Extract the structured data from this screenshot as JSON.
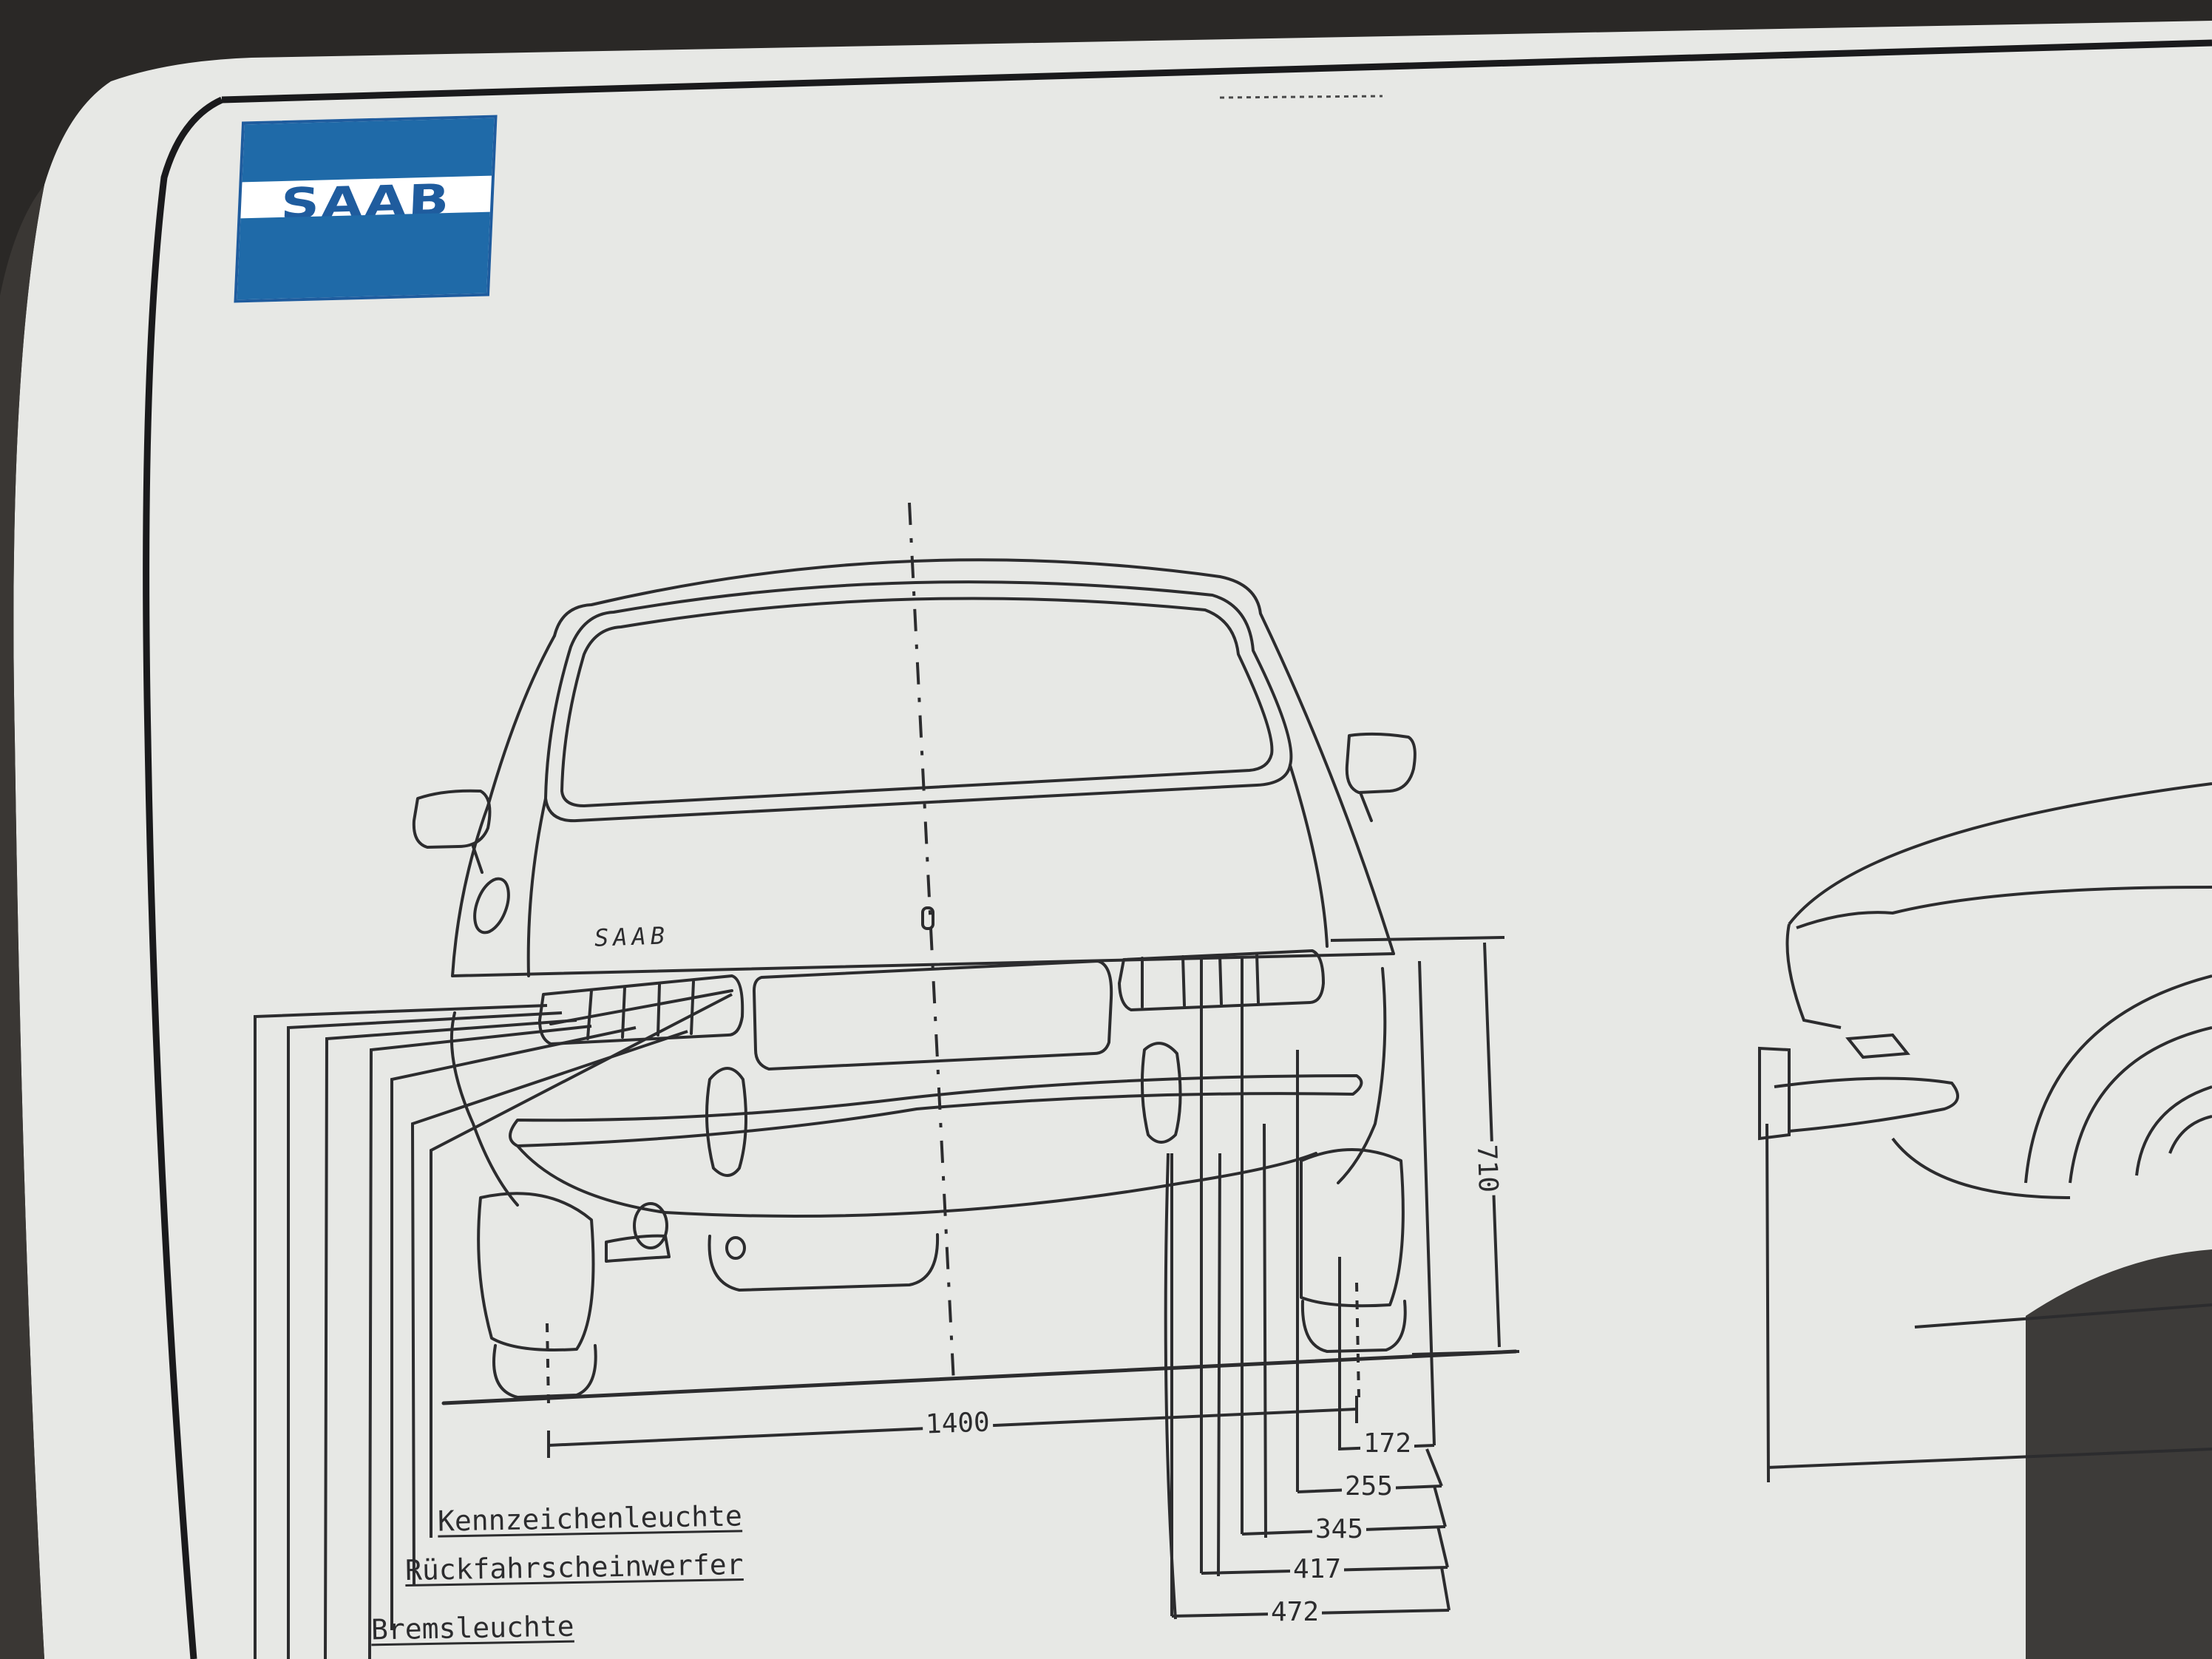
{
  "logo": {
    "text": "SAAB",
    "blue": "#1f6aa8"
  },
  "badge_text": "SAAB",
  "labels": {
    "license_plate_light": "Kennzeichenleuchte",
    "reversing_light": "Rückfahrscheinwerfer",
    "brake_light": "Bremsleuchte"
  },
  "dimensions": {
    "track_width": "1400",
    "bumper_height": "710",
    "offset_172": "172",
    "offset_255": "255",
    "offset_345": "345",
    "offset_417": "417",
    "offset_472": "472"
  },
  "colors": {
    "paper": "#e7e8e5",
    "line": "#2c2c2e",
    "background": "#2a2826",
    "logo_blue": "#1f6aa8"
  }
}
